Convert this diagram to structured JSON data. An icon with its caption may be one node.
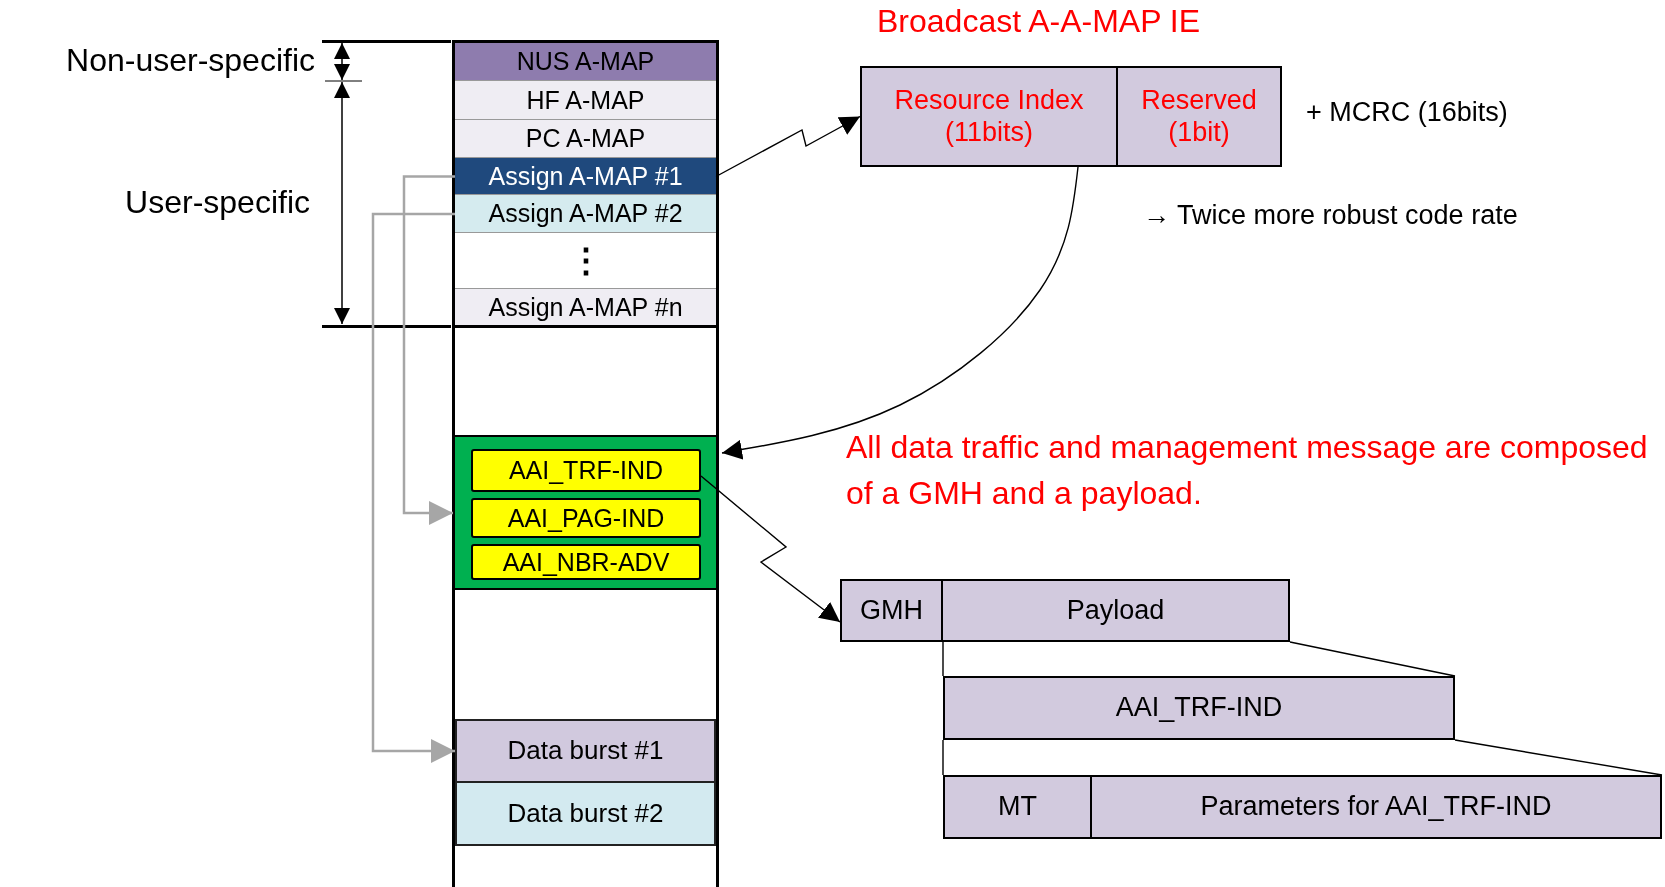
{
  "diagram": {
    "title": "Broadcast A-A-MAP IE",
    "nodes": [
      {
        "text": [],
        "shape": "box"
      },
      {
        "text": [
          "NUS A-MAP"
        ],
        "in": 0
      },
      {
        "text": [
          "HF A-MAP"
        ],
        "in": 0
      },
      {
        "text": [
          "PC A-MAP"
        ],
        "in": 0
      },
      {
        "text": [
          "Assign A-MAP #1"
        ],
        "in": 0
      },
      {
        "text": [
          "Assign A-MAP #2"
        ],
        "in": 0
      },
      {
        "text": [
          "⋮"
        ],
        "in": 0
      },
      {
        "text": [
          "Assign A-MAP #n"
        ],
        "in": 0
      },
      {
        "text": [],
        "shape": "box",
        "in": 0
      },
      {
        "text": [
          "AAI_TRF-IND"
        ],
        "in": 8
      },
      {
        "text": [
          "AAI_PAG-IND"
        ],
        "in": 8
      },
      {
        "text": [
          "AAI_NBR-ADV"
        ],
        "in": 8
      },
      {
        "text": [
          "Data burst #1"
        ],
        "in": 0
      },
      {
        "text": [
          "Data burst #2"
        ],
        "in": 0
      },
      {
        "text": [
          "Resource Index (11bits)"
        ]
      },
      {
        "text": [
          "Reserved (1bit)"
        ]
      },
      {
        "text": [
          "GMH"
        ]
      },
      {
        "text": [
          "Payload"
        ]
      },
      {
        "text": [
          "AAI_TRF-IND"
        ]
      },
      {
        "text": [
          "MT"
        ]
      },
      {
        "text": [
          "Parameters for AAI_TRF-IND"
        ]
      }
    ],
    "edges": [
      {
        "from": 4,
        "to": 14,
        "arrow": "to"
      },
      {
        "from": 14,
        "to": 8,
        "arrow": "to"
      },
      {
        "from": 9,
        "to": 16,
        "arrow": "to"
      },
      {
        "from": 4,
        "to": 8,
        "arrow": "to",
        "color": "#a6a6a6"
      },
      {
        "from": 5,
        "to": 12,
        "arrow": "to",
        "color": "#a6a6a6"
      },
      {
        "from": 17,
        "to": 18,
        "arrow": "none"
      },
      {
        "from": 18,
        "to": 19,
        "arrow": "none"
      },
      {
        "from": 18,
        "to": 20,
        "arrow": "none"
      }
    ],
    "labels": [
      "Non-user-specific",
      "User-specific",
      "+ MCRC (16bits)",
      "→ Twice more robust code rate",
      "All data traffic and management message are composed of a GMH and a payload."
    ]
  }
}
